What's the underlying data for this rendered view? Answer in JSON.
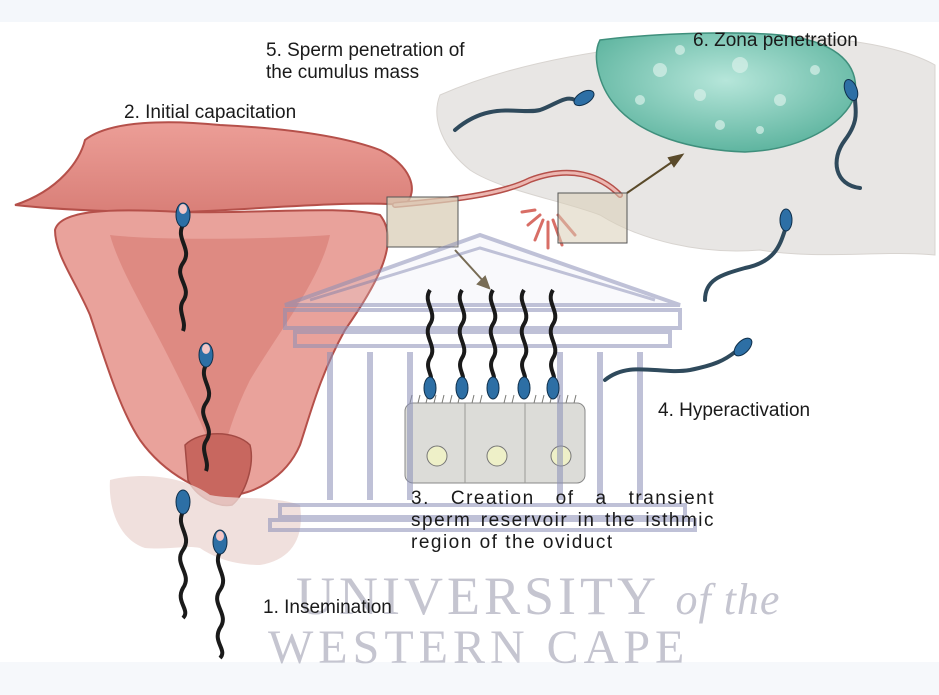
{
  "labels": {
    "step1": "1. Insemination",
    "step2": "2. Initial capacitation",
    "step3": "3. Creation of a transient sperm reservoir in the isthmic region of the oviduct",
    "step4": "4. Hyperactivation",
    "step5_line1": "5. Sperm penetration of",
    "step5_line2": "the cumulus mass",
    "step6": "6. Zona penetration"
  },
  "watermark": {
    "line1_main": "UNIVERSITY",
    "line1_italic": "of the",
    "line2": "WESTERN CAPE"
  },
  "colors": {
    "uterus_fill": "#e59a93",
    "uterus_stroke": "#b5504a",
    "sperm_body": "#1a1a1a",
    "sperm_head": "#2d6fa5",
    "cumulus": "#e6e3e1",
    "oocyte": "#8fd3c3",
    "inset_box": "#d9cdb7"
  }
}
